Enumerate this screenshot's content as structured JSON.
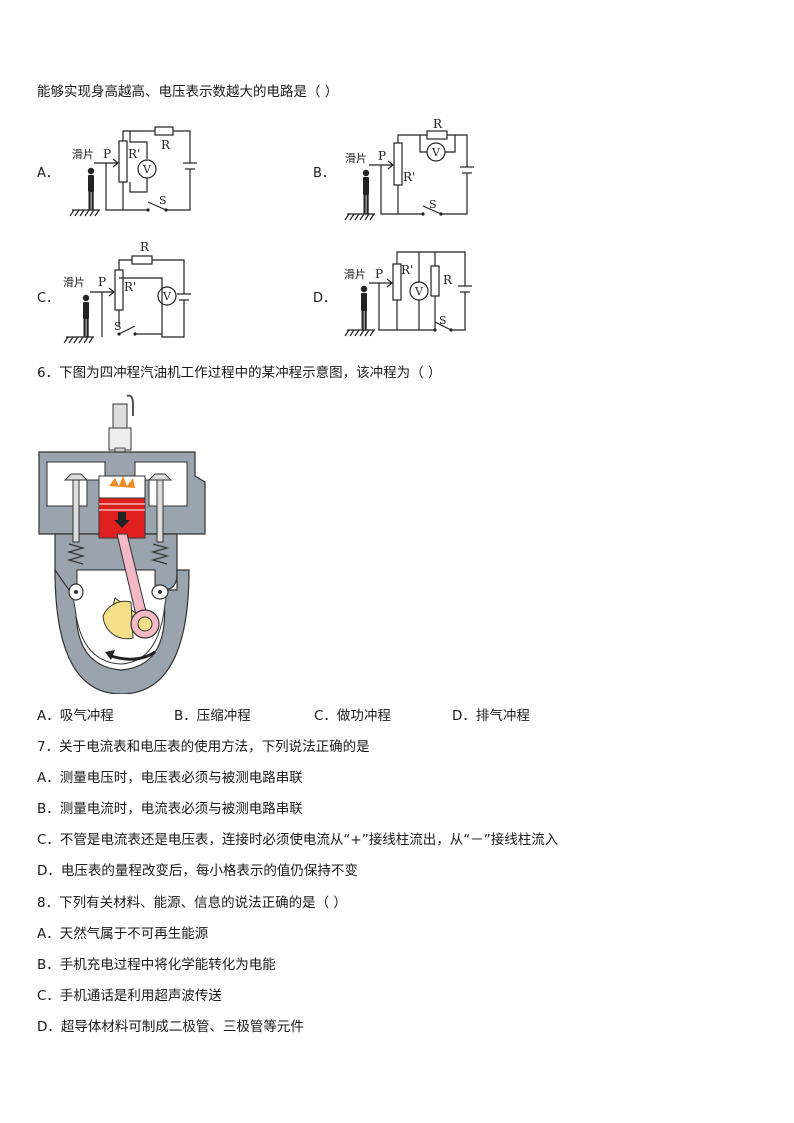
{
  "q5": {
    "stem": "能够实现身高越高、电压表示数越大的电路是（    ）",
    "options": [
      "A．",
      "B．",
      "C．",
      "D．"
    ],
    "labels": {
      "slider": "滑片",
      "p": "P",
      "r": "R",
      "rp": "R'",
      "v": "V",
      "s": "S"
    }
  },
  "q6": {
    "stem": "6．下图为四冲程汽油机工作过程中的某冲程示意图，该冲程为（    ）",
    "choices": [
      "A．吸气冲程",
      "B．压缩冲程",
      "C．做功冲程",
      "D．排气冲程"
    ]
  },
  "q7": {
    "stem": "7．关于电流表和电压表的使用方法，下列说法正确的是",
    "choices": [
      "A．测量电压时，电压表必须与被测电路串联",
      "B．测量电流时，电流表必须与被测电路串联",
      "C．不管是电流表还是电压表，连接时必须使电流从“+”接线柱流出，从“－”接线柱流入",
      "D．电压表的量程改变后，每小格表示的值仍保持不变"
    ]
  },
  "q8": {
    "stem": "8．下列有关材料、能源、信息的说法正确的是（        ）",
    "choices": [
      "A．天然气属于不可再生能源",
      "B．手机充电过程中将化学能转化为电能",
      "C．手机通话是利用超声波传送",
      "D．超导体材料可制成二极管、三极管等元件"
    ]
  }
}
